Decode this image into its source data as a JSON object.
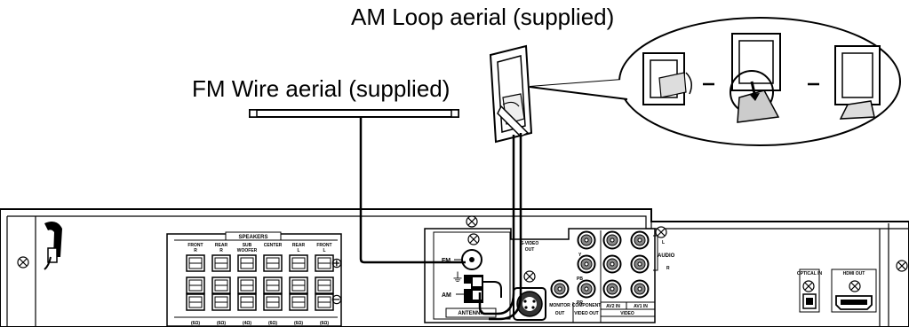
{
  "labels": {
    "am_aerial": "AM Loop aerial (supplied)",
    "fm_aerial": "FM Wire aerial (supplied)"
  },
  "panel": {
    "speakers_title": "SPEAKERS",
    "speaker_groups": [
      "FRONT",
      "REAR",
      "SUB",
      "CENTER",
      "REAR",
      "FRONT"
    ],
    "speaker_sides": [
      "R",
      "R",
      "WOOFER",
      "",
      "L",
      "L"
    ],
    "speaker_ohms": [
      "(6Ω)",
      "(6Ω)",
      "(4Ω)",
      "(6Ω)",
      "(6Ω)",
      "(6Ω)"
    ],
    "plus_sign": "⊕",
    "minus_sign": "⊖",
    "fm_terminal": "FM",
    "am_terminal": "AM",
    "antenna_label": "ANTENNA",
    "svideo_label": "S-VIDEO",
    "svideo_out": "OUT",
    "monitor_label": "MONITOR",
    "monitor_out": "OUT",
    "component_label": "COMPONENT",
    "component_out": "VIDEO OUT",
    "av2_in": "AV2 IN",
    "av1_in": "AV1 IN",
    "video_label": "VIDEO",
    "audio_label": "AUDIO",
    "audio_l": "L",
    "audio_r": "R",
    "component_y": "Y",
    "component_pb": "PB",
    "component_pr": "PR",
    "optical_in": "OPTICAL IN",
    "hdmi_out": "HDMI OUT"
  },
  "colors": {
    "line": "#000000",
    "background": "#ffffff",
    "jack_fill": "#888888"
  }
}
